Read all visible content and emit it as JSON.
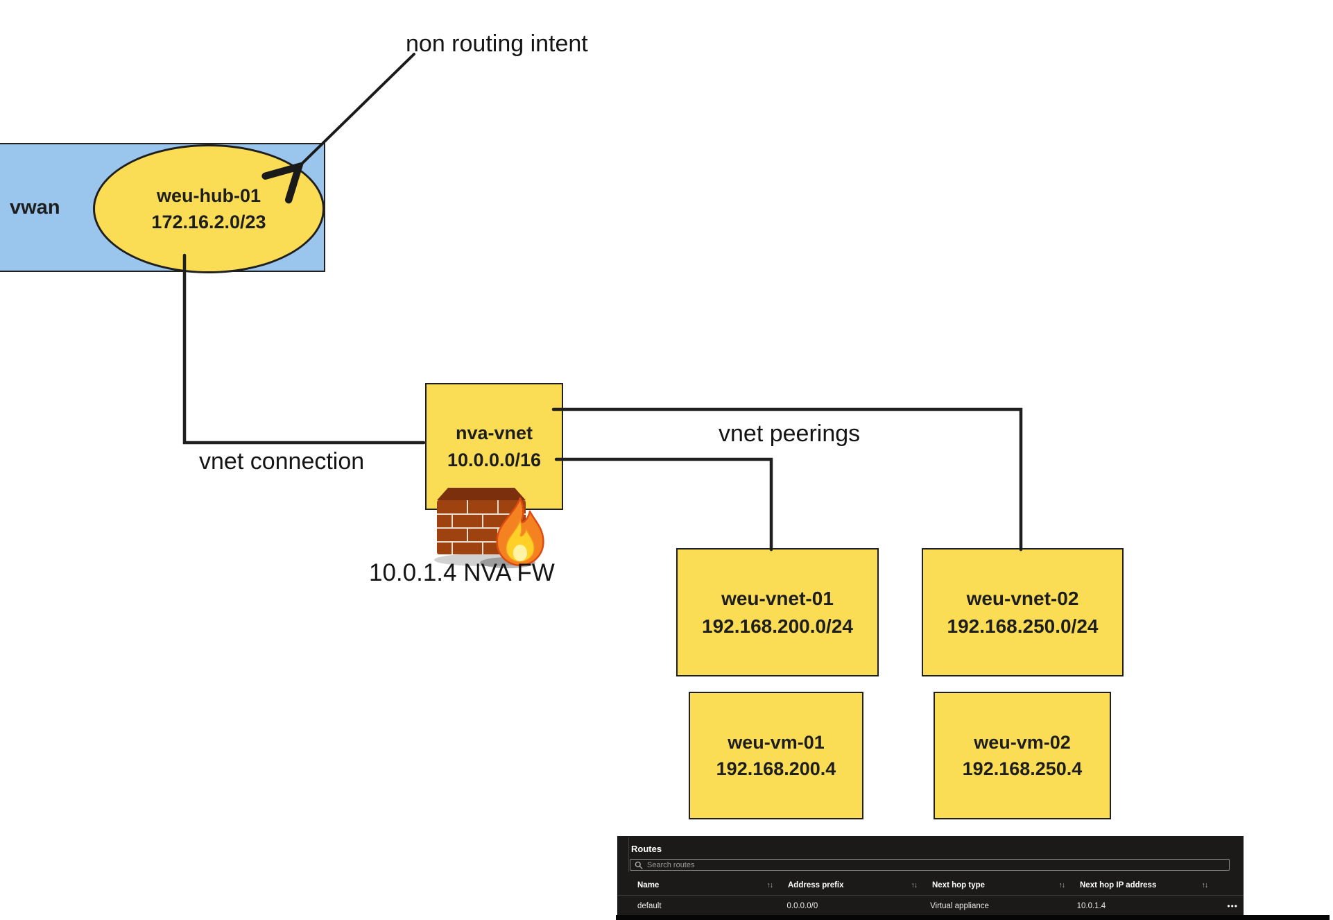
{
  "diagram": {
    "annotations": {
      "non_routing_intent": "non routing intent",
      "vnet_connection": "vnet connection",
      "vnet_peerings": "vnet peerings",
      "nva_fw_label": "10.0.1.4 NVA FW"
    },
    "vwan": {
      "label": "vwan"
    },
    "hub": {
      "name": "weu-hub-01",
      "cidr": "172.16.2.0/23"
    },
    "nva_vnet": {
      "name": "nva-vnet",
      "cidr": "10.0.0.0/16"
    },
    "vnet_01": {
      "name": "weu-vnet-01",
      "cidr": "192.168.200.0/24"
    },
    "vnet_02": {
      "name": "weu-vnet-02",
      "cidr": "192.168.250.0/24"
    },
    "vm_01": {
      "name": "weu-vm-01",
      "ip": "192.168.200.4"
    },
    "vm_02": {
      "name": "weu-vm-02",
      "ip": "192.168.250.4"
    }
  },
  "routes_panel": {
    "title": "Routes",
    "search_placeholder": "Search routes",
    "sort_icon": "↑↓",
    "row_menu_icon": "•••",
    "columns": [
      "Name",
      "Address prefix",
      "Next hop type",
      "Next hop IP address"
    ],
    "rows": [
      {
        "name": "default",
        "address_prefix": "0.0.0.0/0",
        "next_hop_type": "Virtual appliance",
        "next_hop_ip_address": "10.0.1.4"
      }
    ]
  },
  "colors": {
    "node_yellow": "#FBDD55",
    "vwan_blue": "#9AC6ED",
    "line_black": "#1E1E1E",
    "panel_bg": "#1B1A19"
  }
}
